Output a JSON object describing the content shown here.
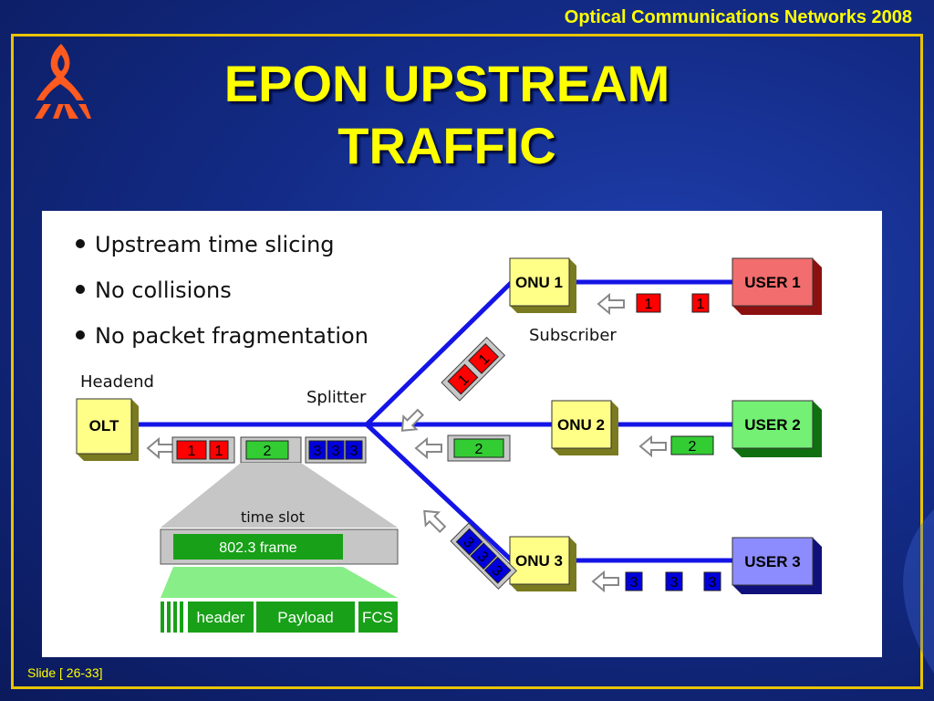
{
  "header": {
    "title": "Optical Communications Networks 2008"
  },
  "slide": {
    "title_line1": "EPON UPSTREAM",
    "title_line2": "TRAFFIC",
    "footer": "Slide [ 26-33]"
  },
  "diagram": {
    "bullets": [
      "Upstream time slicing",
      "No collisions",
      "No packet fragmentation"
    ],
    "labels": {
      "headend": "Headend",
      "splitter": "Splitter",
      "subscriber": "Subscriber",
      "time_slot": "time slot",
      "frame": "802.3 frame",
      "header": "header",
      "payload": "Payload",
      "fcs": "FCS"
    },
    "nodes": {
      "olt": "OLT",
      "onu1": "ONU 1",
      "onu2": "ONU 2",
      "onu3": "ONU 3",
      "user1": "USER 1",
      "user2": "USER 2",
      "user3": "USER 3"
    },
    "packets": {
      "p1": "1",
      "p2": "2",
      "p3": "3"
    },
    "colors": {
      "link": "#1414e6",
      "onu_fill": "#ffff88",
      "user1_fill": "#f26d6d",
      "user2_fill": "#74f074",
      "user3_fill": "#8c8cff",
      "packet1": "#ff0000",
      "packet2": "#33cc33",
      "packet3": "#0000dd",
      "frame_green": "#18a018"
    }
  }
}
